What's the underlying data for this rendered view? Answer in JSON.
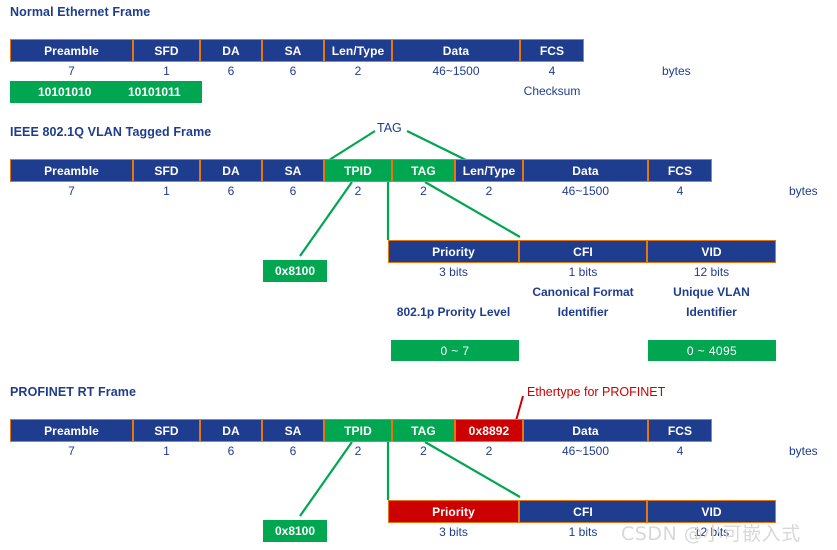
{
  "sections": {
    "normal": {
      "title": "Normal Ethernet Frame",
      "fields": [
        {
          "label": "Preamble",
          "size": "7",
          "color": "#1f3d8f"
        },
        {
          "label": "SFD",
          "size": "1",
          "color": "#1f3d8f"
        },
        {
          "label": "DA",
          "size": "6",
          "color": "#1f3d8f"
        },
        {
          "label": "SA",
          "size": "6",
          "color": "#1f3d8f"
        },
        {
          "label": "Len/Type",
          "size": "2",
          "color": "#1f3d8f"
        },
        {
          "label": "Data",
          "size": "46~1500",
          "color": "#1f3d8f"
        },
        {
          "label": "FCS",
          "size": "4",
          "color": "#1f3d8f"
        }
      ],
      "unit": "bytes",
      "fcs_note": "Checksum",
      "preamble_bits": "10101010",
      "sfd_bits": "10101011"
    },
    "vlan": {
      "title": "IEEE 802.1Q VLAN Tagged Frame",
      "tag_callout": "TAG",
      "fields": [
        {
          "label": "Preamble",
          "size": "7",
          "color": "#1f3d8f"
        },
        {
          "label": "SFD",
          "size": "1",
          "color": "#1f3d8f"
        },
        {
          "label": "DA",
          "size": "6",
          "color": "#1f3d8f"
        },
        {
          "label": "SA",
          "size": "6",
          "color": "#1f3d8f"
        },
        {
          "label": "TPID",
          "size": "2",
          "color": "#00a650"
        },
        {
          "label": "TAG",
          "size": "2",
          "color": "#00a650"
        },
        {
          "label": "Len/Type",
          "size": "2",
          "color": "#1f3d8f"
        },
        {
          "label": "Data",
          "size": "46~1500",
          "color": "#1f3d8f"
        },
        {
          "label": "FCS",
          "size": "4",
          "color": "#1f3d8f"
        }
      ],
      "unit": "bytes",
      "tpid_value": "0x8100",
      "tag_detail": {
        "fields": [
          {
            "label": "Priority",
            "size": "3 bits",
            "desc1": "",
            "desc2": "802.1p Prority Level",
            "color": "#1f3d8f",
            "range": "0 ~ 7"
          },
          {
            "label": "CFI",
            "size": "1 bits",
            "desc1": "Canonical Format",
            "desc2": "Identifier",
            "color": "#1f3d8f",
            "range": ""
          },
          {
            "label": "VID",
            "size": "12 bits",
            "desc1": "Unique VLAN",
            "desc2": "Identifier",
            "color": "#1f3d8f",
            "range": "0 ~ 4095"
          }
        ]
      }
    },
    "profinet": {
      "title": "PROFINET RT Frame",
      "ethertype_callout": "Ethertype for PROFINET",
      "fields": [
        {
          "label": "Preamble",
          "size": "7",
          "color": "#1f3d8f"
        },
        {
          "label": "SFD",
          "size": "1",
          "color": "#1f3d8f"
        },
        {
          "label": "DA",
          "size": "6",
          "color": "#1f3d8f"
        },
        {
          "label": "SA",
          "size": "6",
          "color": "#1f3d8f"
        },
        {
          "label": "TPID",
          "size": "2",
          "color": "#00a650"
        },
        {
          "label": "TAG",
          "size": "2",
          "color": "#00a650"
        },
        {
          "label": "0x8892",
          "size": "2",
          "color": "#cc0000"
        },
        {
          "label": "Data",
          "size": "46~1500",
          "color": "#1f3d8f"
        },
        {
          "label": "FCS",
          "size": "4",
          "color": "#1f3d8f"
        }
      ],
      "unit": "bytes",
      "tpid_value": "0x8100",
      "tag_detail": {
        "fields": [
          {
            "label": "Priority",
            "size": "3 bits",
            "color": "#cc0000"
          },
          {
            "label": "CFI",
            "size": "1 bits",
            "color": "#1f3d8f"
          },
          {
            "label": "VID",
            "size": "12 bits",
            "color": "#1f3d8f"
          }
        ]
      }
    }
  },
  "watermark": "CSDN @小可嵌入式",
  "colors": {
    "blue": "#1f3d8f",
    "green": "#00a650",
    "red": "#cc0000",
    "border": "#e8760c",
    "line_green": "#00a650",
    "line_red": "#cc0000"
  }
}
